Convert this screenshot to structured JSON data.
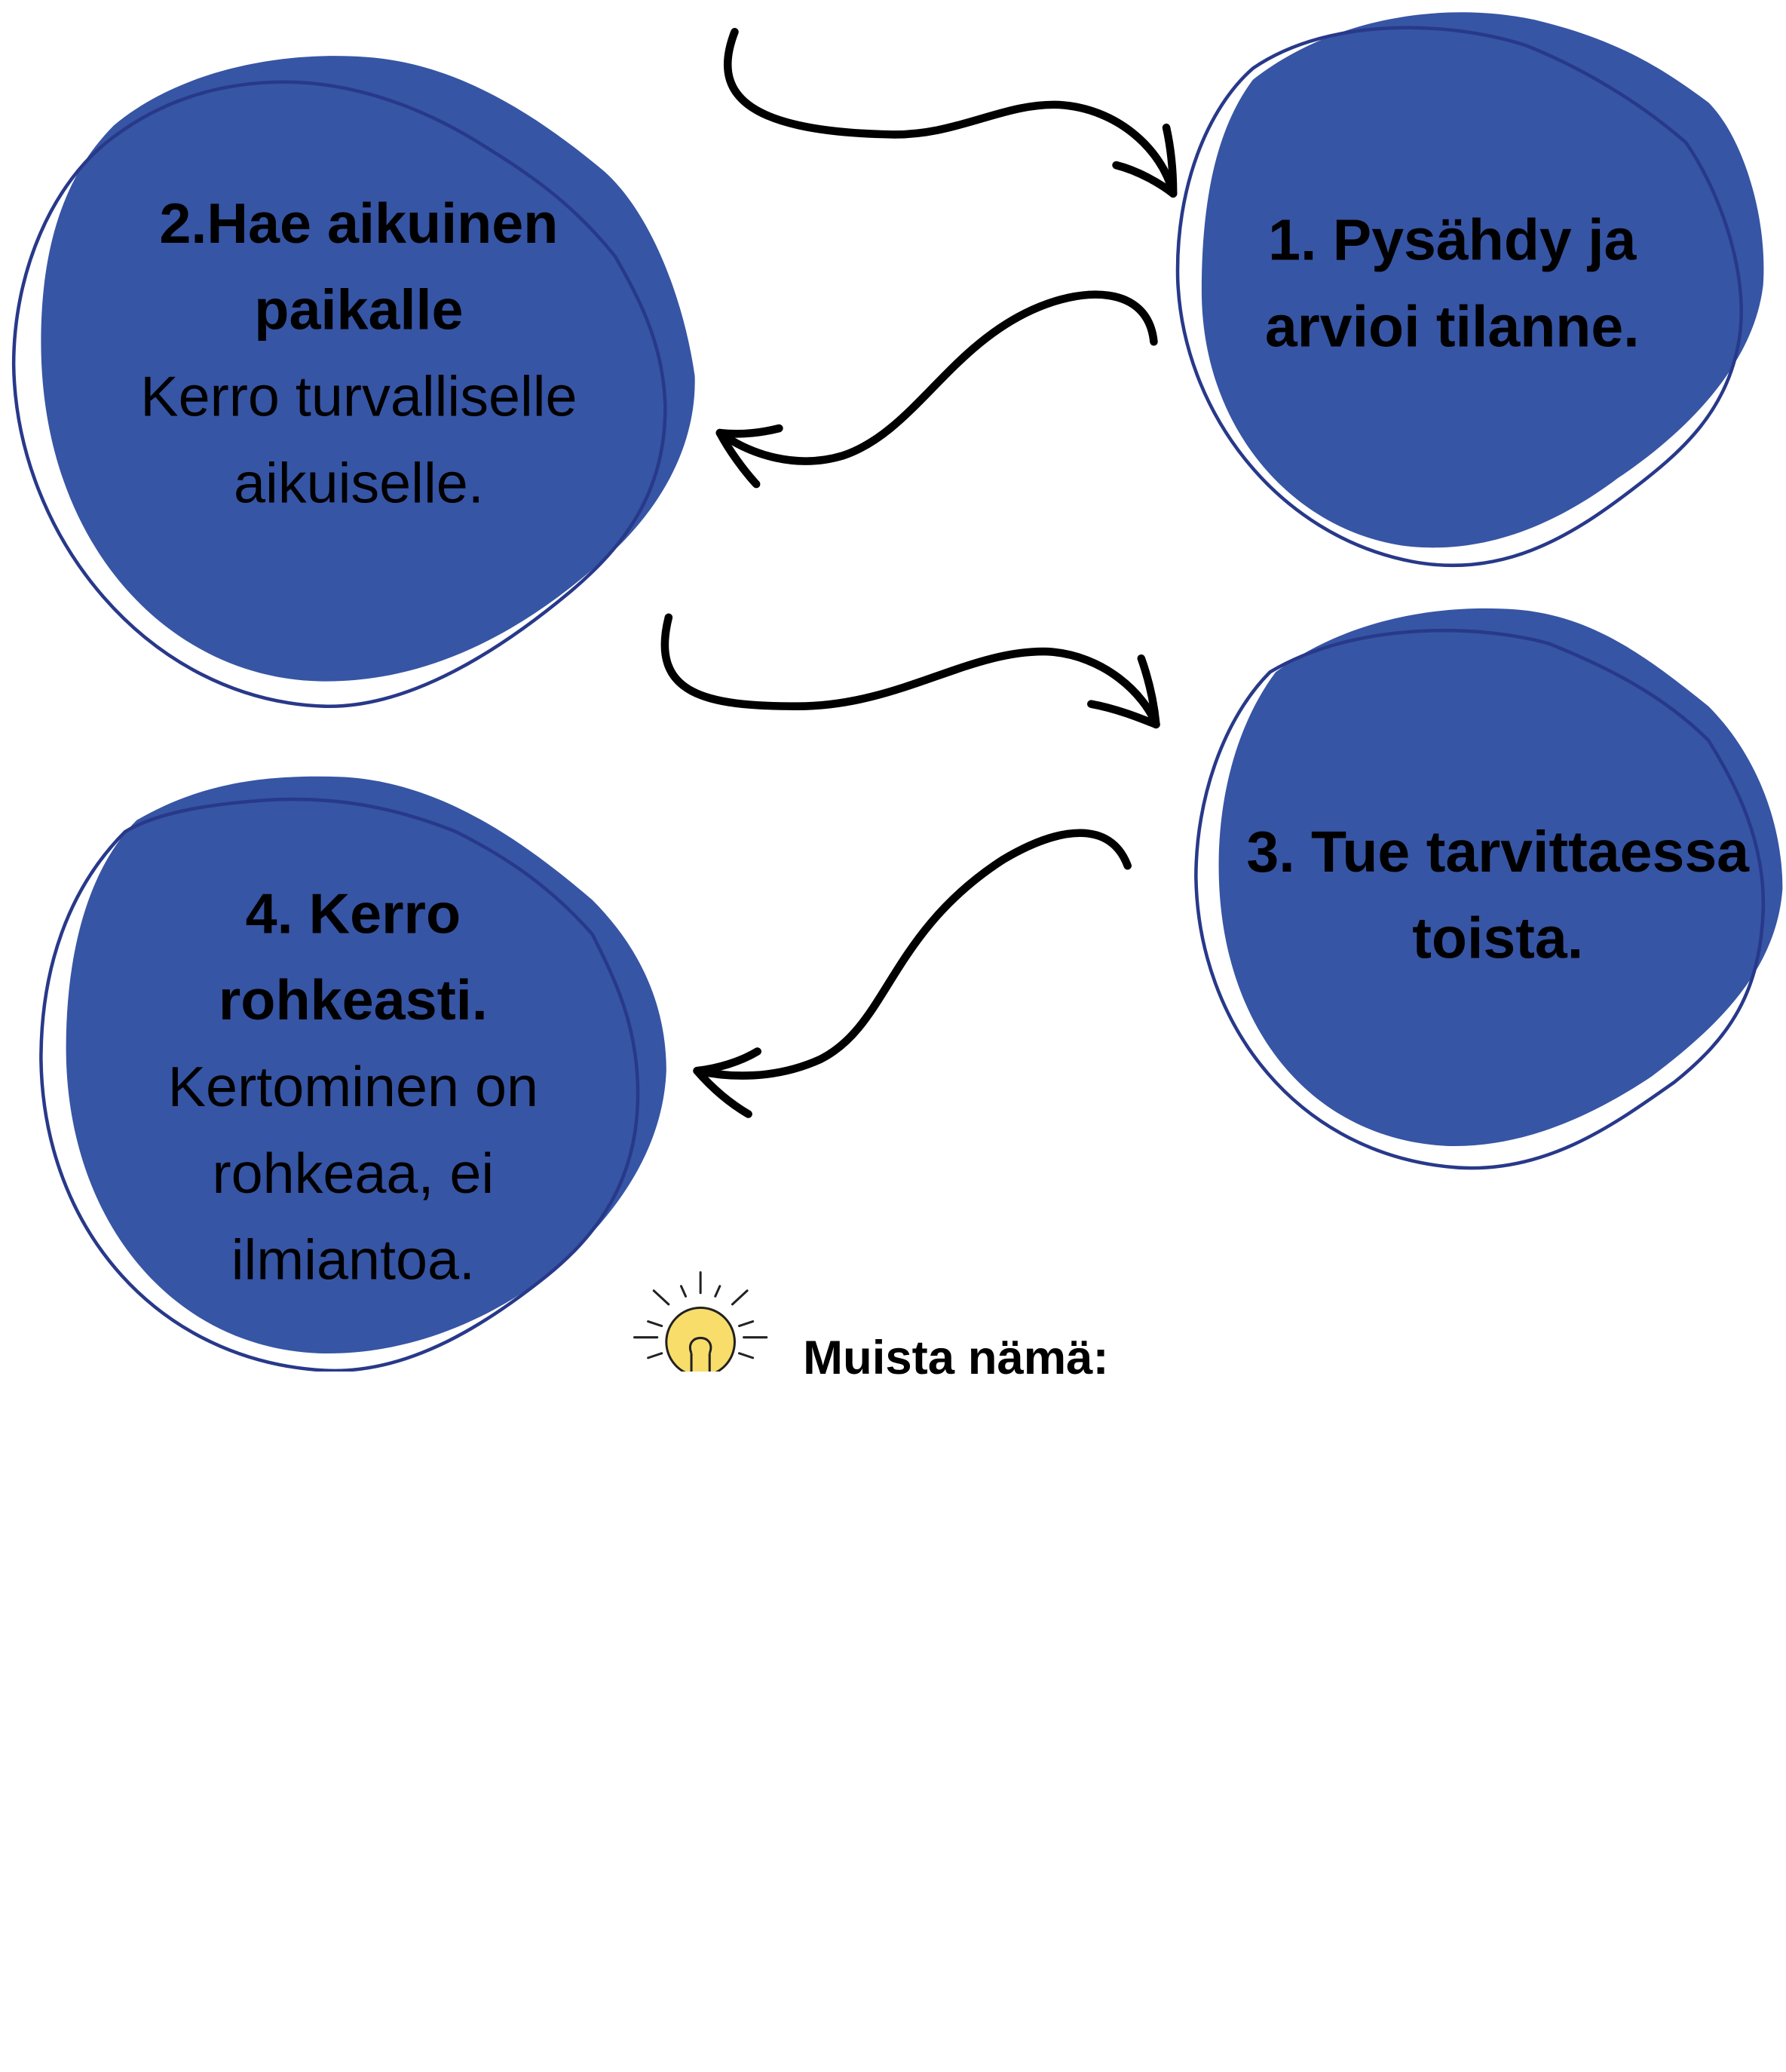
{
  "colors": {
    "blob_fill": "#3755a5",
    "blob_outline": "#28398a",
    "arrow": "#000000",
    "bulb": "#f8dd6a"
  },
  "steps": [
    {
      "title": "1.   Pysähdy ja arvioi tilanne.",
      "title_line1": "1.   Pysähdy ja",
      "title_line2": "arvioi tilanne."
    },
    {
      "title_line1": "2.Hae aikuinen",
      "title_line2": "paikalle",
      "desc_line1": "Kerro turvalliselle",
      "desc_line2": "aikuiselle."
    },
    {
      "title_line1": "3. Tue tarvittaessa",
      "title_line2": "toista."
    },
    {
      "title_line1": "4. Kerro",
      "title_line2": "rohkeasti.",
      "desc_line1": "Kertominen on",
      "desc_line2": "rohkeaa, ei",
      "desc_line3": "ilmiantoa."
    }
  ],
  "icons": [
    "lightbulb-icon"
  ],
  "remember_label": "Muista nämä:"
}
